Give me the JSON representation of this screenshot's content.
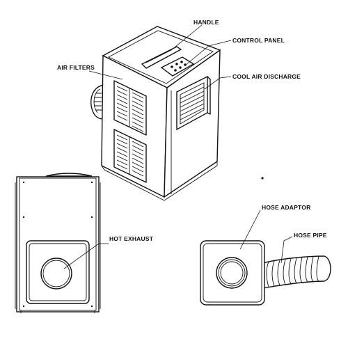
{
  "labels": {
    "handle": "HANDLE",
    "control_panel": "CONTROL PANEL",
    "air_filters": "AIR FILTERS",
    "cool_air_discharge": "COOL AIR DISCHARGE",
    "hot_exhaust": "HOT EXHAUST",
    "hose_adaptor": "HOSE ADAPTOR",
    "hose_pipe": "HOSE PIPE"
  },
  "colors": {
    "line": "#111111",
    "background": "#ffffff"
  }
}
